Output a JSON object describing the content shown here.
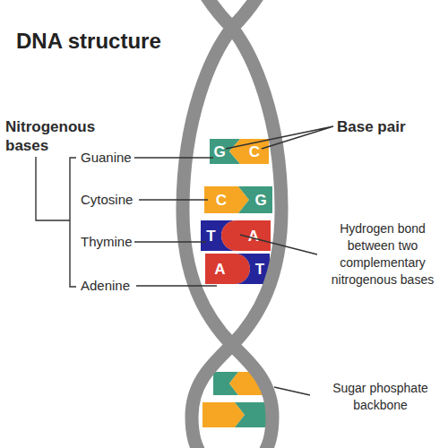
{
  "diagram": {
    "title": "DNA structure",
    "nodes": [
      {
        "text": [
          "G"
        ]
      },
      {
        "text": [
          "C"
        ]
      },
      {
        "text": [
          "C"
        ]
      },
      {
        "text": [
          "G"
        ]
      },
      {
        "text": [
          "T"
        ]
      },
      {
        "text": [
          "A"
        ]
      },
      {
        "text": [
          "A"
        ]
      },
      {
        "text": [
          "T"
        ]
      }
    ],
    "labels": [
      "Nitrogenous bases",
      "Base pair",
      "Guanine",
      "Cytosine",
      "Thymine",
      "Hydrogen bond between two complementary nitrogenous bases",
      "Adenine",
      "Sugar phosphate backbone"
    ]
  }
}
